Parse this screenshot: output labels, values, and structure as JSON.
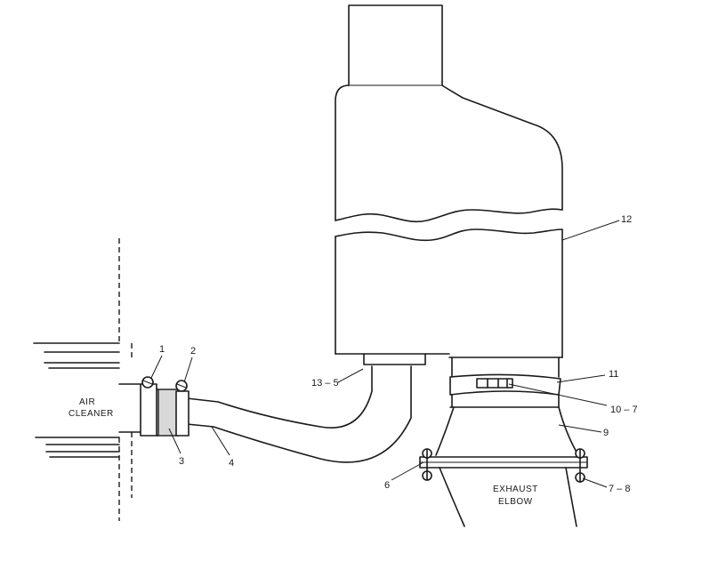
{
  "callouts": {
    "c1": "1",
    "c2": "2",
    "c3": "3",
    "c4": "4",
    "c6": "6",
    "c7_8": "7 – 8",
    "c9": "9",
    "c10_7": "10 – 7",
    "c11": "11",
    "c12": "12",
    "c13_5": "13 – 5"
  },
  "captions": {
    "air_cleaner_line1": "AIR",
    "air_cleaner_line2": "CLEANER",
    "exhaust_elbow_line1": "EXHAUST",
    "exhaust_elbow_line2": "ELBOW"
  }
}
